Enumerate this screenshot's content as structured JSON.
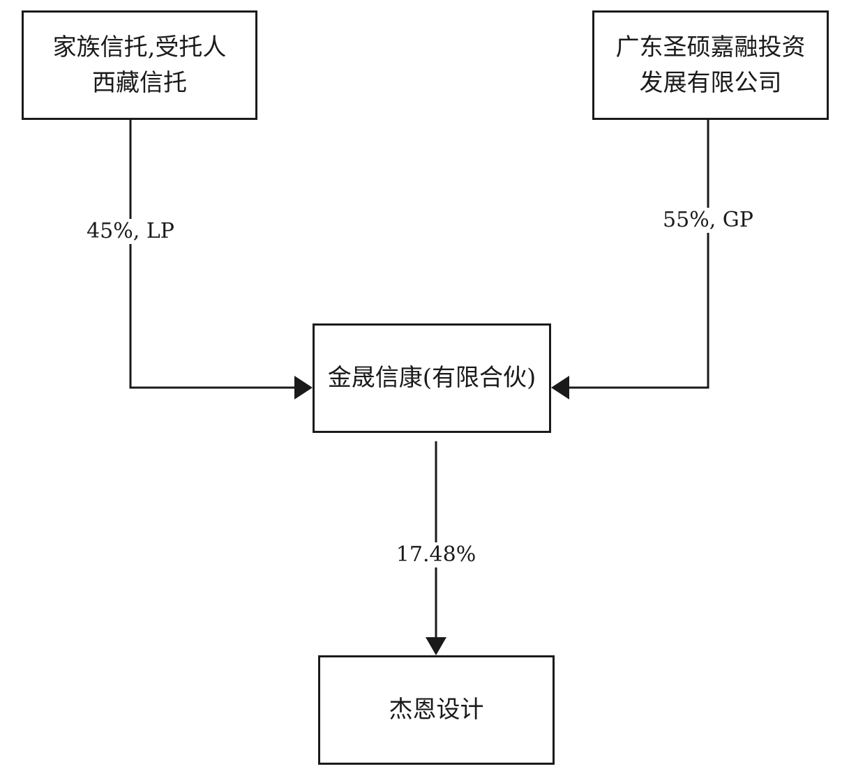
{
  "nodes": {
    "trust": {
      "lines": [
        "家族信托,受托人",
        "西藏信托"
      ]
    },
    "gp_company": {
      "lines": [
        "广东圣硕嘉融投资",
        "发展有限公司"
      ]
    },
    "partnership": {
      "lines": [
        "金晟信康(有限合伙)"
      ]
    },
    "target": {
      "lines": [
        "杰恩设计"
      ]
    }
  },
  "edges": {
    "trust_to_partnership": {
      "label": "45%, LP"
    },
    "gp_to_partnership": {
      "label": "55%, GP"
    },
    "partnership_to_target": {
      "label": "17.48%"
    }
  }
}
